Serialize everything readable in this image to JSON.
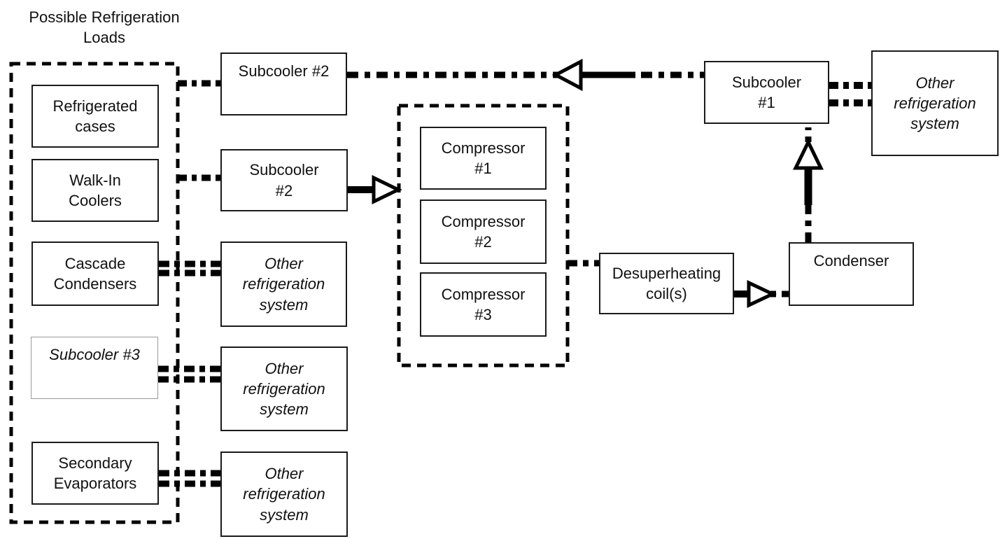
{
  "title": "Possible Refrigeration\nLoads",
  "colors": {
    "line": "#000000",
    "box_border": "#1b1b1b",
    "subcooler_3_border": "#9a9a9a",
    "background": "#ffffff",
    "text": "#111111",
    "arrowhead_fill": "#ffffff"
  },
  "nodes": {
    "refrigerated_cases": {
      "label": "Refrigerated\ncases"
    },
    "walk_in_coolers": {
      "label": "Walk-In\nCoolers"
    },
    "cascade_condensers": {
      "label": "Cascade\nCondensers"
    },
    "subcooler_3": {
      "label": "Subcooler #3"
    },
    "secondary_evaporators": {
      "label": "Secondary\nEvaporators"
    },
    "subcooler_2_top": {
      "label": "Subcooler #2"
    },
    "subcooler_2_mid": {
      "label": "Subcooler\n#2"
    },
    "other_system_1": {
      "label": "Other\nrefrigeration\nsystem"
    },
    "other_system_2": {
      "label": "Other\nrefrigeration\nsystem"
    },
    "other_system_3": {
      "label": "Other\nrefrigeration\nsystem"
    },
    "compressor_1": {
      "label": "Compressor\n#1"
    },
    "compressor_2": {
      "label": "Compressor\n#2"
    },
    "compressor_3": {
      "label": "Compressor\n#3"
    },
    "desuperheating_coils": {
      "label": "Desuperheating\ncoil(s)"
    },
    "condenser": {
      "label": "Condenser"
    },
    "subcooler_1": {
      "label": "Subcooler\n#1"
    },
    "other_system_top_right": {
      "label": "Other\nrefrigeration\nsystem"
    }
  },
  "groups": {
    "possible_loads_boundary": "Possible refrigeration loads (dashed group)",
    "compressor_rack_boundary": "Compressor rack (dashed group)"
  },
  "connections": [
    {
      "from": "possible_loads_boundary",
      "to": "subcooler_2_top",
      "style": "dash-dot",
      "arrow": "none"
    },
    {
      "from": "subcooler_1",
      "to": "subcooler_2_top",
      "style": "dash-dot",
      "arrow": "left"
    },
    {
      "from": "possible_loads_boundary",
      "to": "subcooler_2_mid",
      "style": "dash-dot",
      "arrow": "none"
    },
    {
      "from": "subcooler_2_mid",
      "to": "compressor_rack_boundary",
      "style": "solid",
      "arrow": "right"
    },
    {
      "from": "compressor_rack_boundary",
      "to": "desuperheating_coils",
      "style": "dash-dot",
      "arrow": "none"
    },
    {
      "from": "desuperheating_coils",
      "to": "condenser",
      "style": "dash-dot",
      "arrow": "right"
    },
    {
      "from": "condenser",
      "to": "subcooler_1",
      "style": "dash-dot",
      "arrow": "up"
    },
    {
      "from": "subcooler_1",
      "to": "other_system_top_right",
      "style": "double-dash-dot",
      "arrow": "none"
    },
    {
      "from": "cascade_condensers",
      "to": "other_system_1",
      "style": "double-dash-dot",
      "arrow": "none"
    },
    {
      "from": "subcooler_3",
      "to": "other_system_2",
      "style": "double-dash-dot",
      "arrow": "none"
    },
    {
      "from": "secondary_evaporators",
      "to": "other_system_3",
      "style": "double-dash-dot",
      "arrow": "none"
    }
  ]
}
